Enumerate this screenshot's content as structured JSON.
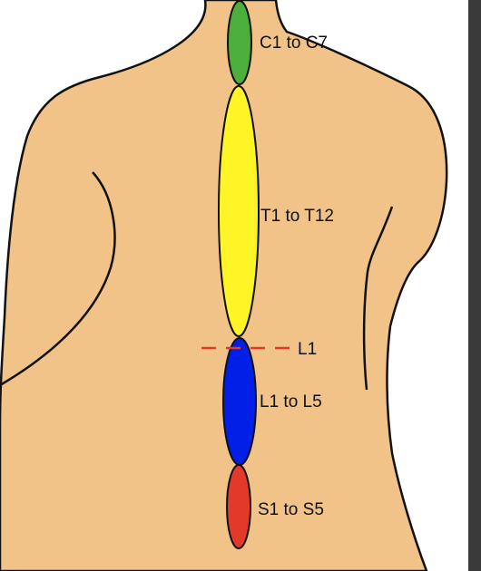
{
  "colors": {
    "skin": "#F1C388",
    "outline": "#111111",
    "cervical": "#4CAF3C",
    "thoracic": "#FFF426",
    "lumbar": "#0020E8",
    "sacral": "#E23A2A",
    "l1_marker": "#E23A2A",
    "frame": "#3A3A3A"
  },
  "regions": [
    {
      "key": "cervical",
      "label": "C1 to C7",
      "color": "#4CAF3C"
    },
    {
      "key": "thoracic",
      "label": "T1 to T12",
      "color": "#FFF426"
    },
    {
      "key": "lumbar",
      "label": "L1 to L5",
      "color": "#0020E8"
    },
    {
      "key": "sacral",
      "label": "S1 to S5",
      "color": "#E23A2A"
    }
  ],
  "marker": {
    "label": "L1"
  }
}
